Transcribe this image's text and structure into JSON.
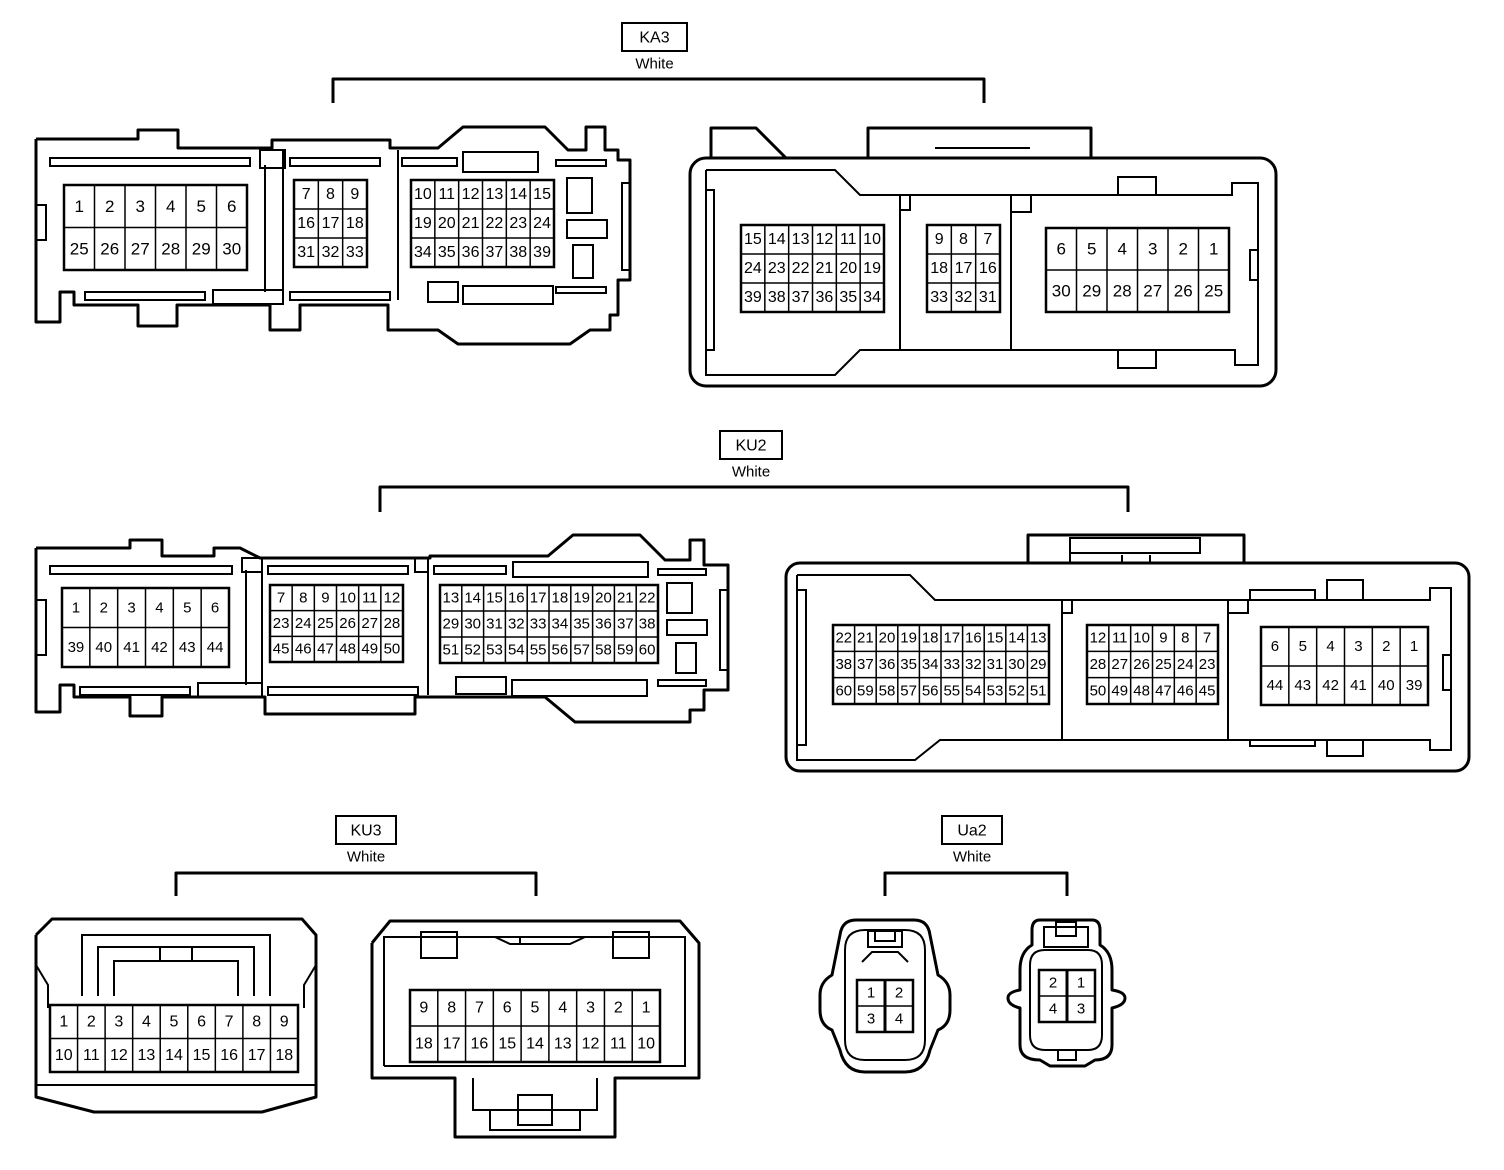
{
  "connectors": [
    {
      "id": "ka3",
      "code": "KA3",
      "color": "White",
      "left": {
        "grids": [
          {
            "rows": [
              [
                "1",
                "2",
                "3",
                "4",
                "5",
                "6"
              ],
              [
                "25",
                "26",
                "27",
                "28",
                "29",
                "30"
              ]
            ]
          },
          {
            "rows": [
              [
                "7",
                "8",
                "9"
              ],
              [
                "16",
                "17",
                "18"
              ],
              [
                "31",
                "32",
                "33"
              ]
            ]
          },
          {
            "rows": [
              [
                "10",
                "11",
                "12",
                "13",
                "14",
                "15"
              ],
              [
                "19",
                "20",
                "21",
                "22",
                "23",
                "24"
              ],
              [
                "34",
                "35",
                "36",
                "37",
                "38",
                "39"
              ]
            ]
          }
        ]
      },
      "right": {
        "grids": [
          {
            "rows": [
              [
                "15",
                "14",
                "13",
                "12",
                "11",
                "10"
              ],
              [
                "24",
                "23",
                "22",
                "21",
                "20",
                "19"
              ],
              [
                "39",
                "38",
                "37",
                "36",
                "35",
                "34"
              ]
            ]
          },
          {
            "rows": [
              [
                "9",
                "8",
                "7"
              ],
              [
                "18",
                "17",
                "16"
              ],
              [
                "33",
                "32",
                "31"
              ]
            ]
          },
          {
            "rows": [
              [
                "6",
                "5",
                "4",
                "3",
                "2",
                "1"
              ],
              [
                "30",
                "29",
                "28",
                "27",
                "26",
                "25"
              ]
            ]
          }
        ]
      }
    },
    {
      "id": "ku2",
      "code": "KU2",
      "color": "White",
      "left": {
        "grids": [
          {
            "rows": [
              [
                "1",
                "2",
                "3",
                "4",
                "5",
                "6"
              ],
              [
                "39",
                "40",
                "41",
                "42",
                "43",
                "44"
              ]
            ]
          },
          {
            "rows": [
              [
                "7",
                "8",
                "9",
                "10",
                "11",
                "12"
              ],
              [
                "23",
                "24",
                "25",
                "26",
                "27",
                "28"
              ],
              [
                "45",
                "46",
                "47",
                "48",
                "49",
                "50"
              ]
            ]
          },
          {
            "rows": [
              [
                "13",
                "14",
                "15",
                "16",
                "17",
                "18",
                "19",
                "20",
                "21",
                "22"
              ],
              [
                "29",
                "30",
                "31",
                "32",
                "33",
                "34",
                "35",
                "36",
                "37",
                "38"
              ],
              [
                "51",
                "52",
                "53",
                "54",
                "55",
                "56",
                "57",
                "58",
                "59",
                "60"
              ]
            ]
          }
        ]
      },
      "right": {
        "grids": [
          {
            "rows": [
              [
                "22",
                "21",
                "20",
                "19",
                "18",
                "17",
                "16",
                "15",
                "14",
                "13"
              ],
              [
                "38",
                "37",
                "36",
                "35",
                "34",
                "33",
                "32",
                "31",
                "30",
                "29"
              ],
              [
                "60",
                "59",
                "58",
                "57",
                "56",
                "55",
                "54",
                "53",
                "52",
                "51"
              ]
            ]
          },
          {
            "rows": [
              [
                "12",
                "11",
                "10",
                "9",
                "8",
                "7"
              ],
              [
                "28",
                "27",
                "26",
                "25",
                "24",
                "23"
              ],
              [
                "50",
                "49",
                "48",
                "47",
                "46",
                "45"
              ]
            ]
          },
          {
            "rows": [
              [
                "6",
                "5",
                "4",
                "3",
                "2",
                "1"
              ],
              [
                "44",
                "43",
                "42",
                "41",
                "40",
                "39"
              ]
            ]
          }
        ]
      }
    },
    {
      "id": "ku3",
      "code": "KU3",
      "color": "White",
      "left": {
        "grids": [
          {
            "rows": [
              [
                "1",
                "2",
                "3",
                "4",
                "5",
                "6",
                "7",
                "8",
                "9"
              ],
              [
                "10",
                "11",
                "12",
                "13",
                "14",
                "15",
                "16",
                "17",
                "18"
              ]
            ]
          }
        ]
      },
      "right": {
        "grids": [
          {
            "rows": [
              [
                "9",
                "8",
                "7",
                "6",
                "5",
                "4",
                "3",
                "2",
                "1"
              ],
              [
                "18",
                "17",
                "16",
                "15",
                "14",
                "13",
                "12",
                "11",
                "10"
              ]
            ]
          }
        ]
      }
    },
    {
      "id": "ua2",
      "code": "Ua2",
      "color": "White",
      "left": {
        "grids": [
          {
            "rows": [
              [
                "1",
                "2"
              ],
              [
                "3",
                "4"
              ]
            ]
          }
        ]
      },
      "right": {
        "grids": [
          {
            "rows": [
              [
                "2",
                "1"
              ],
              [
                "4",
                "3"
              ]
            ]
          }
        ]
      }
    }
  ]
}
